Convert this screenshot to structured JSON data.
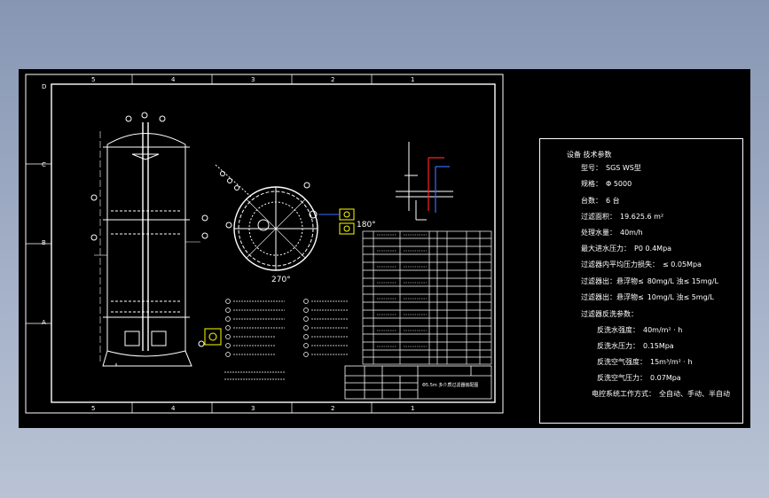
{
  "border": {
    "col_numbers": [
      "5",
      "4",
      "3",
      "2",
      "1"
    ],
    "row_letters": [
      "D",
      "C",
      "B",
      "A"
    ]
  },
  "views": {
    "plan_angle_left": "270°",
    "plan_angle_right": "180°"
  },
  "title_block": {
    "drawing_title": "Φ5.5m 多介质过滤器装配图"
  },
  "spec": {
    "heading": "设备 技术参数",
    "lines": [
      {
        "label": "型号：",
        "value": "SGS WS型"
      },
      {
        "label": "规格：",
        "value": "Φ 5000"
      },
      {
        "label": "台数：",
        "value": "6 台"
      },
      {
        "label": "过滤面积：",
        "value": "19.625.6 m²"
      },
      {
        "label": "处理水量：",
        "value": "40m/h"
      },
      {
        "label": "最大进水压力：",
        "value": "P0 0.4Mpa"
      },
      {
        "label": "过滤器内平均压力损失：",
        "value": "≤ 0.05Mpa"
      },
      {
        "label": "过滤器出：悬浮物≤",
        "value": "80mg/L  浊≤ 15mg/L"
      },
      {
        "label": "过滤器出：悬浮物≤",
        "value": "10mg/L  浊≤ 5mg/L"
      },
      {
        "label": "过滤器反洗参数：",
        "value": ""
      },
      {
        "label": "反洗水强度：",
        "value": "40m/m² · h"
      },
      {
        "label": "反洗水压力：",
        "value": "0.15Mpa"
      },
      {
        "label": "反洗空气强度：",
        "value": "15m³/m² · h"
      },
      {
        "label": "反洗空气压力：",
        "value": "0.07Mpa"
      },
      {
        "label": "电控系统工作方式：",
        "value": "全自动、手动、半自动"
      }
    ]
  }
}
